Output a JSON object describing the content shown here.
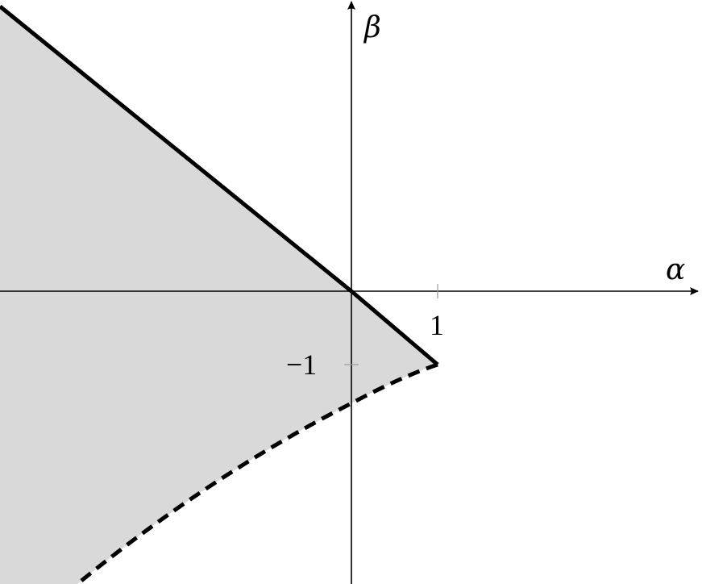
{
  "axes": {
    "x_label": "α",
    "y_label": "β"
  },
  "ticks": {
    "x_tick": "1",
    "y_tick": "−1"
  },
  "colors": {
    "region_fill": "#d9d9d9",
    "line": "#000000",
    "axis": "#000000",
    "tick_mark": "#9a9a9a"
  }
}
